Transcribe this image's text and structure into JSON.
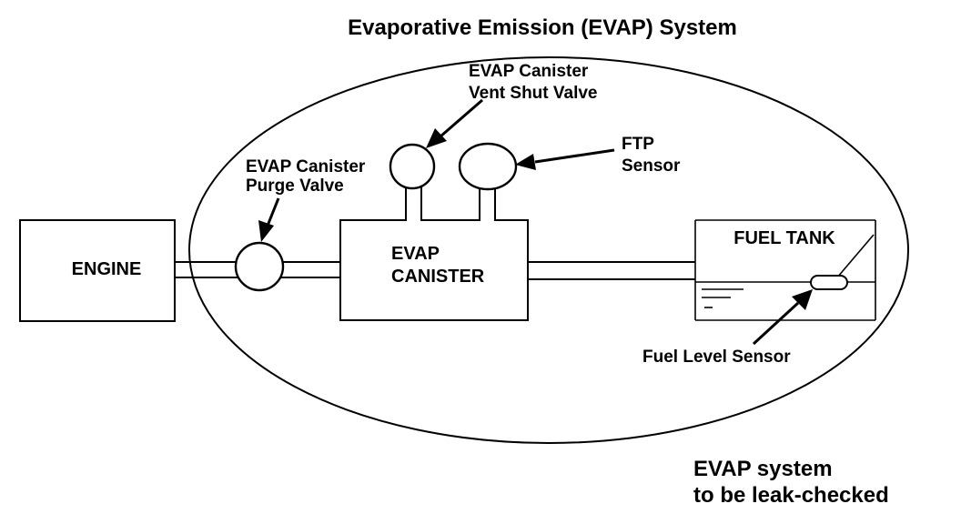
{
  "title": "Evaporative Emission (EVAP) System",
  "components": {
    "engine": "ENGINE",
    "canister_line1": "EVAP",
    "canister_line2": "CANISTER",
    "fuel_tank": "FUEL TANK"
  },
  "callouts": {
    "purge_valve_line1": "EVAP Canister",
    "purge_valve_line2": "Purge Valve",
    "vent_valve_line1": "EVAP Canister",
    "vent_valve_line2": "Vent Shut Valve",
    "ftp_line1": "FTP",
    "ftp_line2": "Sensor",
    "fuel_level": "Fuel Level Sensor"
  },
  "note": {
    "line1": "EVAP system",
    "line2": "to be leak-checked"
  }
}
